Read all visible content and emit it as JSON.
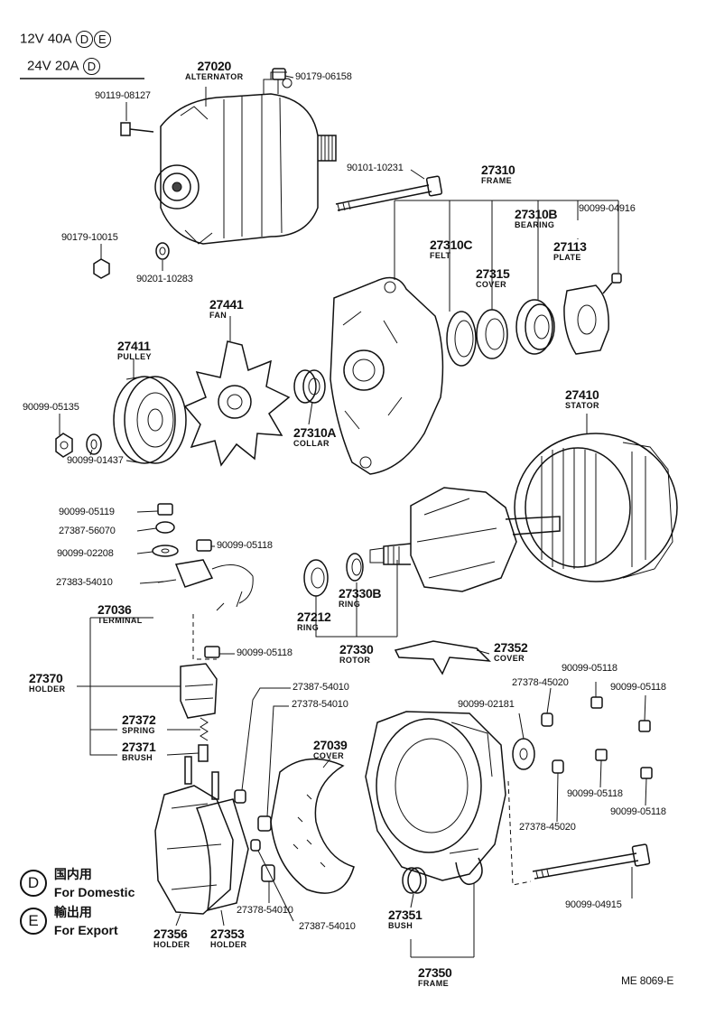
{
  "header": {
    "line1_text": "12V 40A",
    "line1_marks": [
      "D",
      "E"
    ],
    "line2_text": "24V 20A",
    "line2_marks": [
      "D"
    ]
  },
  "legend": {
    "domestic_mark": "D",
    "domestic_jp": "国内用",
    "domestic_en": "For Domestic",
    "export_mark": "E",
    "export_jp": "輸出用",
    "export_en": "For Export"
  },
  "drawing_code": "ME 8069-E",
  "parts": {
    "p27020": {
      "num": "27020",
      "name": "ALTERNATOR"
    },
    "p90179_06158": {
      "num": "90179-06158"
    },
    "p90119_08127": {
      "num": "90119-08127"
    },
    "p90101_10231": {
      "num": "90101-10231"
    },
    "p27310": {
      "num": "27310",
      "name": "FRAME"
    },
    "p27310B": {
      "num": "27310B",
      "name": "BEARING"
    },
    "p90099_04916": {
      "num": "90099-04916"
    },
    "p27310C": {
      "num": "27310C",
      "name": "FELT"
    },
    "p27113": {
      "num": "27113",
      "name": "PLATE"
    },
    "p27315": {
      "num": "27315",
      "name": "COVER"
    },
    "p90179_10015": {
      "num": "90179-10015"
    },
    "p90201_10283": {
      "num": "90201-10283"
    },
    "p27441": {
      "num": "27441",
      "name": "FAN"
    },
    "p27411": {
      "num": "27411",
      "name": "PULLEY"
    },
    "p90099_05135": {
      "num": "90099-05135"
    },
    "p90099_01437": {
      "num": "90099-01437"
    },
    "p27310A": {
      "num": "27310A",
      "name": "COLLAR"
    },
    "p27410": {
      "num": "27410",
      "name": "STATOR"
    },
    "p90099_05119": {
      "num": "90099-05119"
    },
    "p27387_56070": {
      "num": "27387-56070"
    },
    "p90099_05118_a": {
      "num": "90099-05118"
    },
    "p90099_02208": {
      "num": "90099-02208"
    },
    "p27383_54010": {
      "num": "27383-54010"
    },
    "p27036": {
      "num": "27036",
      "name": "TERMINAL"
    },
    "p27330B": {
      "num": "27330B",
      "name": "RING"
    },
    "p27212": {
      "num": "27212",
      "name": "RING"
    },
    "p27330": {
      "num": "27330",
      "name": "ROTOR"
    },
    "p90099_05118_b": {
      "num": "90099-05118"
    },
    "p27352": {
      "num": "27352",
      "name": "COVER"
    },
    "p27370": {
      "num": "27370",
      "name": "HOLDER"
    },
    "p27387_54010_a": {
      "num": "27387-54010"
    },
    "p90099_05118_c": {
      "num": "90099-05118"
    },
    "p27378_45020_a": {
      "num": "27378-45020"
    },
    "p90099_05118_d": {
      "num": "90099-05118"
    },
    "p27378_54010_a": {
      "num": "27378-54010"
    },
    "p27372": {
      "num": "27372",
      "name": "SPRING"
    },
    "p90099_02181": {
      "num": "90099-02181"
    },
    "p27039": {
      "num": "27039",
      "name": "COVER"
    },
    "p27371": {
      "num": "27371",
      "name": "BRUSH"
    },
    "p90099_05118_e": {
      "num": "90099-05118"
    },
    "p90099_05118_f": {
      "num": "90099-05118"
    },
    "p27378_45020_b": {
      "num": "27378-45020"
    },
    "p90099_04915": {
      "num": "90099-04915"
    },
    "p27378_54010_b": {
      "num": "27378-54010"
    },
    "p27387_54010_b": {
      "num": "27387-54010"
    },
    "p27351": {
      "num": "27351",
      "name": "BUSH"
    },
    "p27356": {
      "num": "27356",
      "name": "HOLDER"
    },
    "p27353": {
      "num": "27353",
      "name": "HOLDER"
    },
    "p27350": {
      "num": "27350",
      "name": "FRAME"
    }
  }
}
